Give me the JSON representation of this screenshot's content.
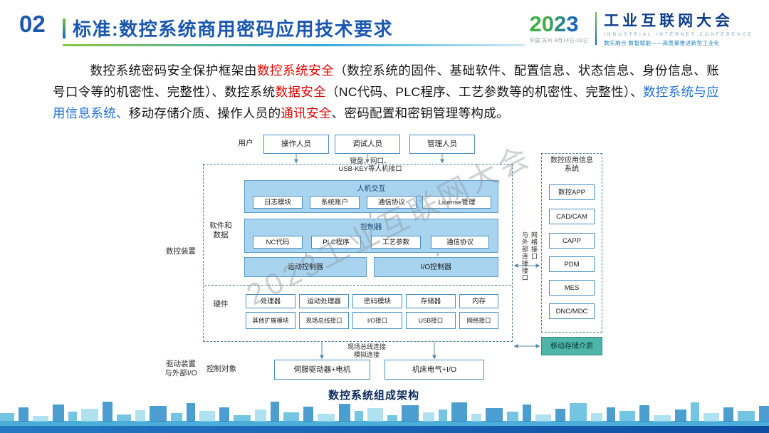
{
  "header": {
    "number": "02",
    "title": "标准:数控系统商用密码应用技术要求",
    "logo": {
      "year": "2023",
      "venue": "中国·苏州 8月14日-18日",
      "name": "工业互联网大会",
      "name_en": "INDUSTRIAL INTERNET CONFERENCE",
      "tagline": "数实融合 数智赋能——高质量推进新型工业化"
    }
  },
  "paragraph": {
    "segments": [
      {
        "c": "black",
        "t": "数控系统密码安全保护框架由"
      },
      {
        "c": "red",
        "t": "数控系统安全"
      },
      {
        "c": "black",
        "t": "（数控系统的固件、基础软件、配置信息、状态信息、身份信息、账号口令等的机密性、完整性）、数控系统"
      },
      {
        "c": "red",
        "t": "数据安全"
      },
      {
        "c": "black",
        "t": "（NC代码、PLC程序、工艺参数等的机密性、完整性）、"
      },
      {
        "c": "blue",
        "t": "数控系统与应用信息系统、"
      },
      {
        "c": "black",
        "t": "移动存储介质、操作人员的"
      },
      {
        "c": "red",
        "t": "通讯安全"
      },
      {
        "c": "black",
        "t": "、密码配置和密钥管理等构成。"
      }
    ]
  },
  "diagram": {
    "caption": "数控系统组成架构",
    "watermark": "2023工业互联网大会",
    "users": {
      "label": "用户",
      "items": [
        "操作人员",
        "调试人员",
        "管理人员"
      ]
    },
    "hmi_note1": "键盘、网口、",
    "hmi_note2": "USB-KEY等人机接口",
    "device_label": "数控装置",
    "software_label": "软件和数据",
    "hmi": {
      "title": "人机交互",
      "items": [
        "日志模块",
        "系统账户",
        "通信协议",
        "License管理"
      ]
    },
    "kernel": {
      "title": "控制器",
      "items": [
        "NC代码",
        "PLC程序",
        "工艺参数",
        "通信协议"
      ]
    },
    "controllers": [
      "运动控制器",
      "I/O控制器"
    ],
    "hardware_label": "硬件",
    "hardware_row1": [
      "处理器",
      "运动处理器",
      "密码模块",
      "存储器",
      "内存"
    ],
    "hardware_row2": [
      "其他扩展模块",
      "现场总线接口",
      "I/O接口",
      "USB接口",
      "网络接口"
    ],
    "conn_note1": "现场总线连接",
    "conn_note2": "模拟连接",
    "drive_label1": "驱动装置",
    "drive_label2": "与外部I/O",
    "target_label": "控制对象",
    "bottom_items": [
      "伺服驱动器+电机",
      "机床电气+I/O"
    ],
    "right_note1": "网络接口",
    "right_note2": "与外部连接接口",
    "app_panel": {
      "title1": "数控应用信息",
      "title2": "系统",
      "items": [
        "数控APP",
        "CAD/CAM",
        "CAPP",
        "PDM",
        "MES",
        "DNC/MDC"
      ]
    },
    "mobile_storage": "移动存储介质"
  },
  "colors": {
    "accent_blue": "#1a57b0",
    "highlight_red": "#e60000",
    "highlight_blue": "#1f6fd6",
    "box_fill_blue": "#a9d4f0",
    "box_border_blue": "#4a90c4",
    "teal": "#4fb5a7",
    "green": "#7ac143"
  }
}
